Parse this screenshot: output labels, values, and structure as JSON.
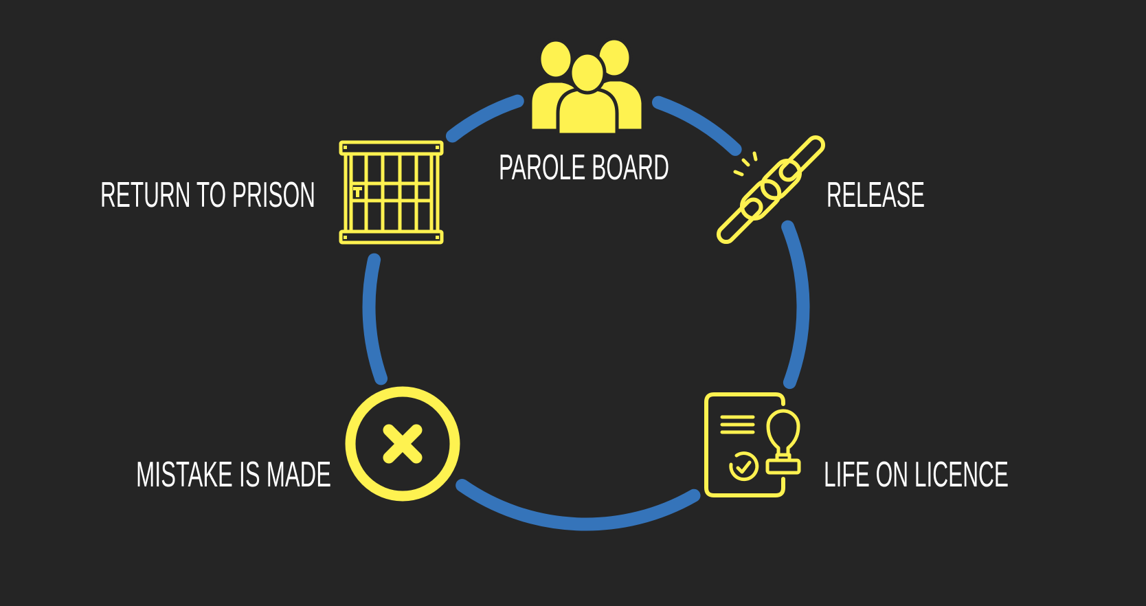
{
  "title": "Parole cycle",
  "colors": {
    "background": "#252525",
    "ring": "#3574ba",
    "icon": "#fef250",
    "text": "#ffffff"
  },
  "stages": [
    {
      "label": "PAROLE BOARD",
      "icon": "people-group-icon"
    },
    {
      "label": "RELEASE",
      "icon": "broken-chain-icon"
    },
    {
      "label": "LIFE ON LICENCE",
      "icon": "licence-document-stamp-icon"
    },
    {
      "label": "MISTAKE IS MADE",
      "icon": "x-circle-icon"
    },
    {
      "label": "RETURN TO PRISON",
      "icon": "prison-cell-icon"
    }
  ]
}
